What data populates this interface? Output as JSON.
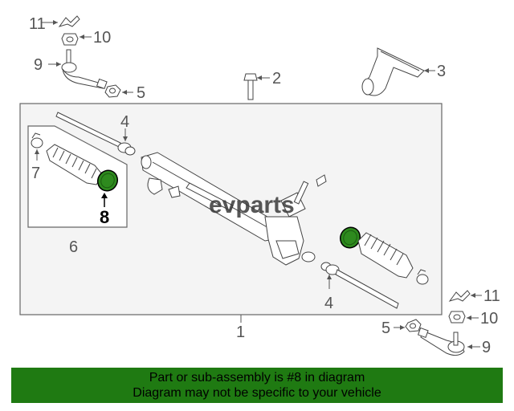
{
  "watermark": "evparts",
  "callouts": {
    "c11_top": "11",
    "c10_top": "10",
    "c9_top": "9",
    "c5_top": "5",
    "c2": "2",
    "c3": "3",
    "c4_left": "4",
    "c7": "7",
    "c8": "8",
    "c6": "6",
    "c4_right": "4",
    "c1": "1",
    "c11_bottom": "11",
    "c10_bottom": "10",
    "c5_bottom": "5",
    "c9_bottom": "9"
  },
  "banner": {
    "line1": "Part or sub-assembly is #8 in diagram",
    "line2": "Diagram may not be specific to your vehicle",
    "color": "#1f7a12"
  },
  "highlight_color": "#1f7a12"
}
